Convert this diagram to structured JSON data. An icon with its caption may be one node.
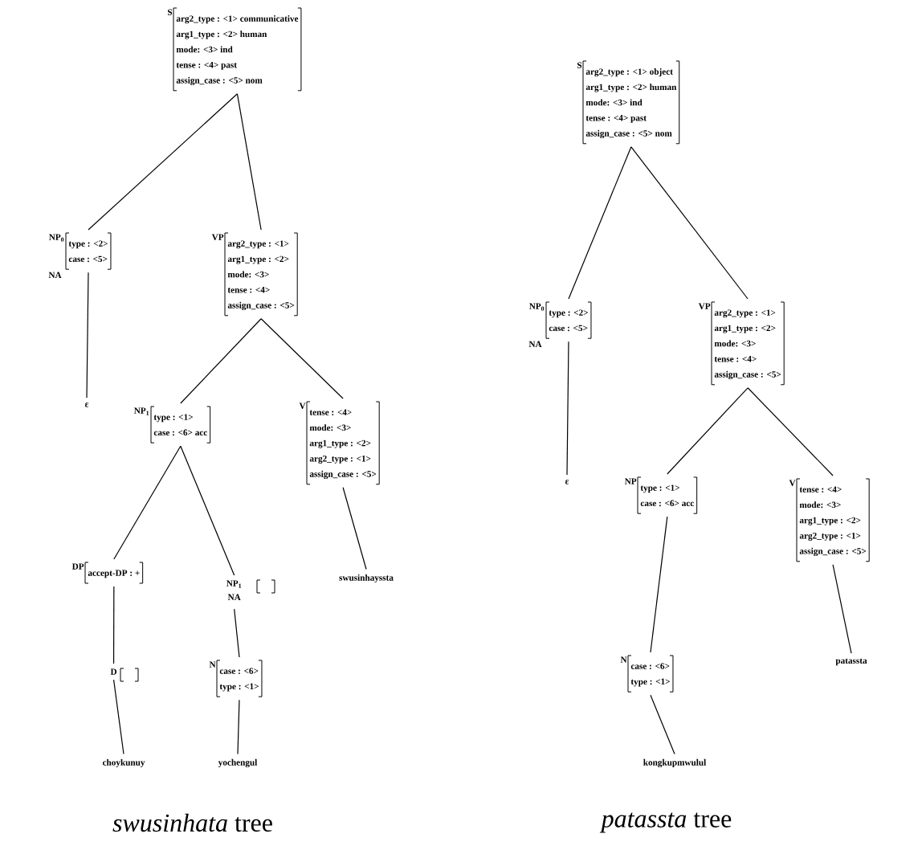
{
  "diagram": {
    "nodes": [
      {
        "text": [
          "S",
          "arg2_type : <1> communicative",
          "arg1_type : <2> human",
          "mode: <3> ind",
          "tense : <4> past",
          "assign_case : <5> nom"
        ]
      },
      {
        "text": [
          "NP$_{0}$",
          "type : <2>",
          "case : <5>"
        ],
        "beside": [
          "NA"
        ]
      },
      {
        "text": [
          "VP",
          "arg2_type : <1>",
          "arg1_type : <2>",
          "mode: <3>",
          "tense : <4>",
          "assign_case : <5>"
        ]
      },
      {
        "text": [
          "ε"
        ]
      },
      {
        "text": [
          "NP$_{1}$",
          "type : <1>",
          "case : <6> acc"
        ]
      },
      {
        "text": [
          "V",
          "tense : <4>",
          "mode: <3>",
          "arg1_type : <2>",
          "arg2_type : <1>",
          "assign_case : <5>"
        ]
      },
      {
        "text": [
          "DP",
          "accept-DP : +"
        ]
      },
      {
        "text": [
          "NP$_{1}$"
        ],
        "beside": [
          "NA"
        ]
      },
      {
        "text": [
          "swusinhayssta"
        ]
      },
      {
        "text": [
          "D"
        ]
      },
      {
        "text": [
          "N",
          "case : <6>",
          "type : <1>"
        ]
      },
      {
        "text": [
          "choykunuy"
        ]
      },
      {
        "text": [
          "yochengul"
        ]
      },
      {
        "text": [
          "S",
          "arg2_type : <1> object",
          "arg1_type : <2> human",
          "mode: <3> ind",
          "tense : <4> past",
          "assign_case : <5> nom"
        ]
      },
      {
        "text": [
          "NP$_{0}$",
          "type : <2>",
          "case : <5>"
        ],
        "beside": [
          "NA"
        ]
      },
      {
        "text": [
          "VP",
          "arg2_type : <1>",
          "arg1_type : <2>",
          "mode: <3>",
          "tense : <4>",
          "assign_case : <5>"
        ]
      },
      {
        "text": [
          "ε"
        ]
      },
      {
        "text": [
          "NP",
          "type : <1>",
          "case : <6> acc"
        ]
      },
      {
        "text": [
          "V",
          "tense : <4>",
          "mode: <3>",
          "arg1_type : <2>",
          "arg2_type : <1>",
          "assign_case : <5>"
        ]
      },
      {
        "text": [
          "N",
          "case : <6>",
          "type : <1>"
        ]
      },
      {
        "text": [
          "patassta"
        ]
      },
      {
        "text": [
          "kongkupmwulul"
        ]
      }
    ],
    "edges": [
      {
        "from": 0,
        "to": 1,
        "arrow": "none"
      },
      {
        "from": 0,
        "to": 2,
        "arrow": "none"
      },
      {
        "from": 1,
        "to": 3,
        "arrow": "none"
      },
      {
        "from": 2,
        "to": 4,
        "arrow": "none"
      },
      {
        "from": 2,
        "to": 5,
        "arrow": "none"
      },
      {
        "from": 4,
        "to": 6,
        "arrow": "none"
      },
      {
        "from": 4,
        "to": 7,
        "arrow": "none"
      },
      {
        "from": 5,
        "to": 8,
        "arrow": "none"
      },
      {
        "from": 6,
        "to": 9,
        "arrow": "none"
      },
      {
        "from": 9,
        "to": 11,
        "arrow": "none"
      },
      {
        "from": 7,
        "to": 10,
        "arrow": "none"
      },
      {
        "from": 10,
        "to": 12,
        "arrow": "none"
      },
      {
        "from": 13,
        "to": 14,
        "arrow": "none"
      },
      {
        "from": 13,
        "to": 15,
        "arrow": "none"
      },
      {
        "from": 14,
        "to": 16,
        "arrow": "none"
      },
      {
        "from": 15,
        "to": 17,
        "arrow": "none"
      },
      {
        "from": 15,
        "to": 18,
        "arrow": "none"
      },
      {
        "from": 17,
        "to": 19,
        "arrow": "none"
      },
      {
        "from": 18,
        "to": 20,
        "arrow": "none"
      },
      {
        "from": 19,
        "to": 21,
        "arrow": "none"
      }
    ],
    "labels": [
      "*swusinhata* tree",
      "*patassta* tree"
    ]
  }
}
